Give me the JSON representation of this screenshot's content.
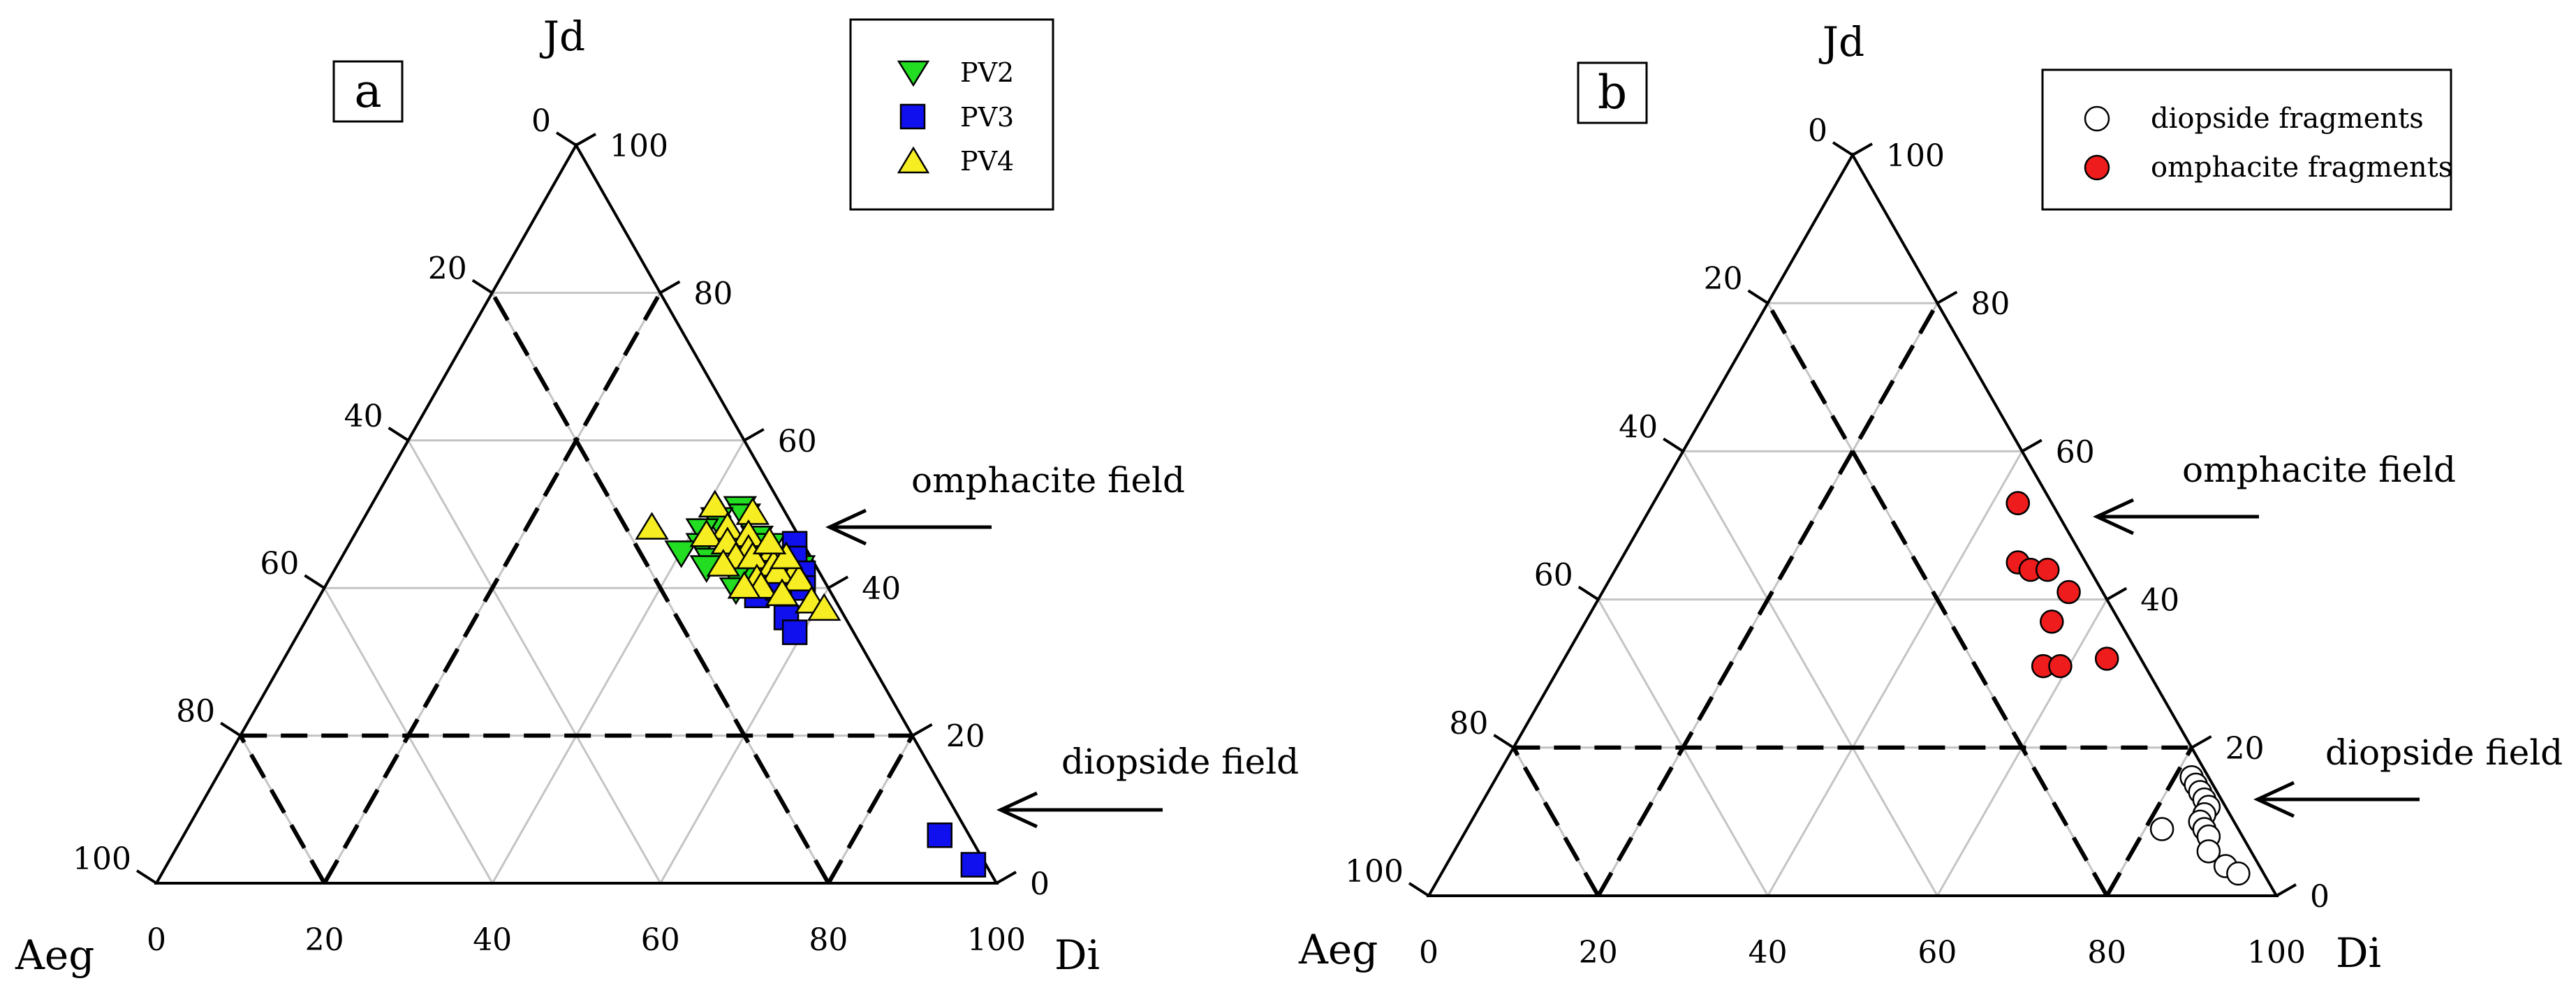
{
  "chart_data": [
    {
      "type": "scatter",
      "ternary": true,
      "panel_label": "a",
      "vertices": {
        "top": "Jd",
        "left": "Aeg",
        "right": "Di"
      },
      "ticks_bottom": [
        "0",
        "20",
        "40",
        "60",
        "80",
        "100"
      ],
      "ticks_right": [
        "0",
        "20",
        "40",
        "60",
        "80",
        "100"
      ],
      "ticks_left": [
        "100",
        "80",
        "60",
        "40",
        "20",
        "0"
      ],
      "grid": true,
      "field_boundaries": {
        "Jd": [
          20
        ],
        "Aeg": [
          20,
          80
        ],
        "Di": [
          20,
          80
        ]
      },
      "legend_placement": "top-right",
      "annotations": [
        {
          "text": "omphacite field",
          "Jd": 49
        },
        {
          "text": "diopside field",
          "Jd": 10
        }
      ],
      "series": [
        {
          "name": "PV2",
          "marker": "triangle-down",
          "color": "#22dd22",
          "points": [
            {
              "Jd": 51,
              "Di": 44
            },
            {
              "Jd": 50,
              "Di": 45
            },
            {
              "Jd": 49.5,
              "Di": 42
            },
            {
              "Jd": 48,
              "Di": 41
            },
            {
              "Jd": 46,
              "Di": 42
            },
            {
              "Jd": 45,
              "Di": 40
            },
            {
              "Jd": 44,
              "Di": 44
            },
            {
              "Jd": 43,
              "Di": 44
            },
            {
              "Jd": 47,
              "Di": 48
            },
            {
              "Jd": 46,
              "Di": 50
            },
            {
              "Jd": 44,
              "Di": 51
            },
            {
              "Jd": 42,
              "Di": 50
            },
            {
              "Jd": 42,
              "Di": 48
            },
            {
              "Jd": 40,
              "Di": 49
            },
            {
              "Jd": 41,
              "Di": 54
            },
            {
              "Jd": 43,
              "Di": 55
            }
          ]
        },
        {
          "name": "PV3",
          "marker": "square",
          "color": "#1010ee",
          "points": [
            {
              "Jd": 46,
              "Di": 53
            },
            {
              "Jd": 44,
              "Di": 54
            },
            {
              "Jd": 42,
              "Di": 56
            },
            {
              "Jd": 40,
              "Di": 57
            },
            {
              "Jd": 39,
              "Di": 52
            },
            {
              "Jd": 36,
              "Di": 57
            },
            {
              "Jd": 34,
              "Di": 59
            },
            {
              "Jd": 40,
              "Di": 54
            },
            {
              "Jd": 6.5,
              "Di": 90
            },
            {
              "Jd": 2.5,
              "Di": 96
            }
          ]
        },
        {
          "name": "PV4",
          "marker": "triangle-up",
          "color": "#f6ee22",
          "points": [
            {
              "Jd": 51,
              "Di": 41
            },
            {
              "Jd": 50,
              "Di": 46
            },
            {
              "Jd": 48,
              "Di": 35
            },
            {
              "Jd": 48,
              "Di": 44
            },
            {
              "Jd": 47,
              "Di": 47
            },
            {
              "Jd": 47,
              "Di": 42
            },
            {
              "Jd": 46,
              "Di": 45
            },
            {
              "Jd": 45,
              "Di": 48
            },
            {
              "Jd": 45,
              "Di": 51
            },
            {
              "Jd": 44,
              "Di": 47
            },
            {
              "Jd": 44,
              "Di": 49
            },
            {
              "Jd": 43,
              "Di": 52
            },
            {
              "Jd": 43,
              "Di": 46
            },
            {
              "Jd": 42,
              "Di": 55
            },
            {
              "Jd": 42,
              "Di": 53
            },
            {
              "Jd": 41,
              "Di": 56
            },
            {
              "Jd": 41,
              "Di": 51
            },
            {
              "Jd": 40,
              "Di": 52
            },
            {
              "Jd": 40,
              "Di": 50
            },
            {
              "Jd": 39,
              "Di": 55
            },
            {
              "Jd": 38,
              "Di": 59
            },
            {
              "Jd": 37,
              "Di": 61
            },
            {
              "Jd": 44,
              "Di": 53
            },
            {
              "Jd": 46,
              "Di": 50
            }
          ]
        }
      ]
    },
    {
      "type": "scatter",
      "ternary": true,
      "panel_label": "b",
      "vertices": {
        "top": "Jd",
        "left": "Aeg",
        "right": "Di"
      },
      "ticks_bottom": [
        "0",
        "20",
        "40",
        "60",
        "80",
        "100"
      ],
      "ticks_right": [
        "0",
        "20",
        "40",
        "60",
        "80",
        "100"
      ],
      "ticks_left": [
        "100",
        "80",
        "60",
        "40",
        "20",
        "0"
      ],
      "grid": true,
      "field_boundaries": {
        "Jd": [
          20
        ],
        "Aeg": [
          20,
          80
        ],
        "Di": [
          20,
          80
        ]
      },
      "legend_placement": "top-right",
      "annotations": [
        {
          "text": "omphacite field",
          "Jd": 50
        },
        {
          "text": "diopside field",
          "Jd": 11
        }
      ],
      "series": [
        {
          "name": "diopside fragments",
          "marker": "circle",
          "color": "#ffffff",
          "points": [
            {
              "Jd": 16,
              "Di": 82
            },
            {
              "Jd": 15,
              "Di": 83
            },
            {
              "Jd": 14,
              "Di": 84
            },
            {
              "Jd": 13,
              "Di": 85
            },
            {
              "Jd": 12,
              "Di": 86
            },
            {
              "Jd": 11,
              "Di": 86
            },
            {
              "Jd": 10,
              "Di": 86
            },
            {
              "Jd": 9,
              "Di": 87
            },
            {
              "Jd": 8,
              "Di": 88
            },
            {
              "Jd": 6,
              "Di": 89
            },
            {
              "Jd": 4,
              "Di": 92
            },
            {
              "Jd": 3,
              "Di": 94
            },
            {
              "Jd": 9,
              "Di": 82
            }
          ]
        },
        {
          "name": "omphacite fragments",
          "marker": "circle",
          "color": "#ee1c1c",
          "points": [
            {
              "Jd": 53,
              "Di": 43
            },
            {
              "Jd": 53,
              "Di": 43
            },
            {
              "Jd": 45,
              "Di": 47
            },
            {
              "Jd": 44,
              "Di": 49
            },
            {
              "Jd": 44,
              "Di": 51
            },
            {
              "Jd": 41,
              "Di": 55
            },
            {
              "Jd": 37,
              "Di": 55
            },
            {
              "Jd": 31,
              "Di": 57
            },
            {
              "Jd": 31,
              "Di": 59
            },
            {
              "Jd": 32,
              "Di": 64
            }
          ]
        }
      ]
    }
  ]
}
